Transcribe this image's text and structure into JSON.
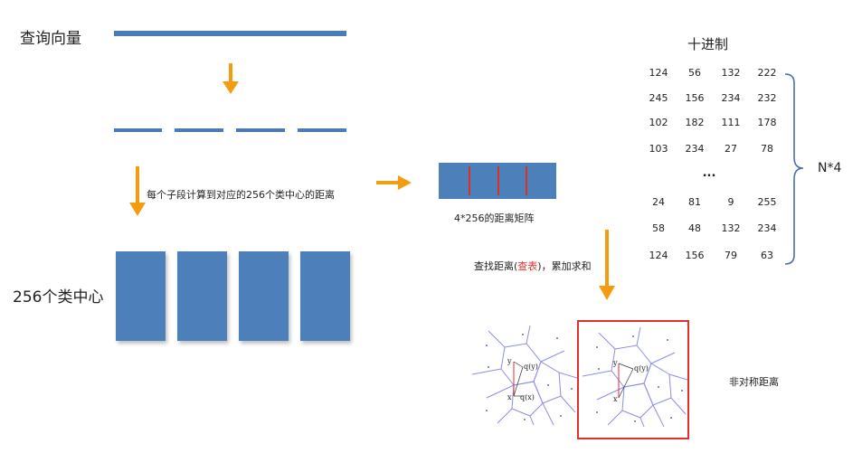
{
  "colors": {
    "bar": "#4a7bb4",
    "arrow": "#f39c12",
    "red": "#e0312c",
    "voronoi": "#8a8ee6"
  },
  "labels": {
    "query_vector": "查询向量",
    "per_subseg": "每个子段计算到对应的256个类中心的距离",
    "centers": "256个类中心",
    "matrix": "4*256的距离矩阵",
    "lookup_prefix": "查找距离(",
    "lookup_red": "查表",
    "lookup_suffix": ")，累加求和",
    "decimal_title": "十进制",
    "ellipsis": "...",
    "n4": "N*4",
    "asymmetric": "非对称距离"
  },
  "table": {
    "top_rows": [
      [
        "124",
        "56",
        "132",
        "222"
      ],
      [
        "245",
        "156",
        "234",
        "232"
      ],
      [
        "102",
        "182",
        "111",
        "178"
      ],
      [
        "103",
        "234",
        "27",
        "78"
      ]
    ],
    "bottom_rows": [
      [
        "24",
        "81",
        "9",
        "255"
      ],
      [
        "58",
        "48",
        "132",
        "234"
      ],
      [
        "124",
        "156",
        "79",
        "63"
      ]
    ]
  },
  "voronoi_labels": {
    "y": "y",
    "qy": "q(y)",
    "x": "x",
    "qx": "q(x)"
  }
}
